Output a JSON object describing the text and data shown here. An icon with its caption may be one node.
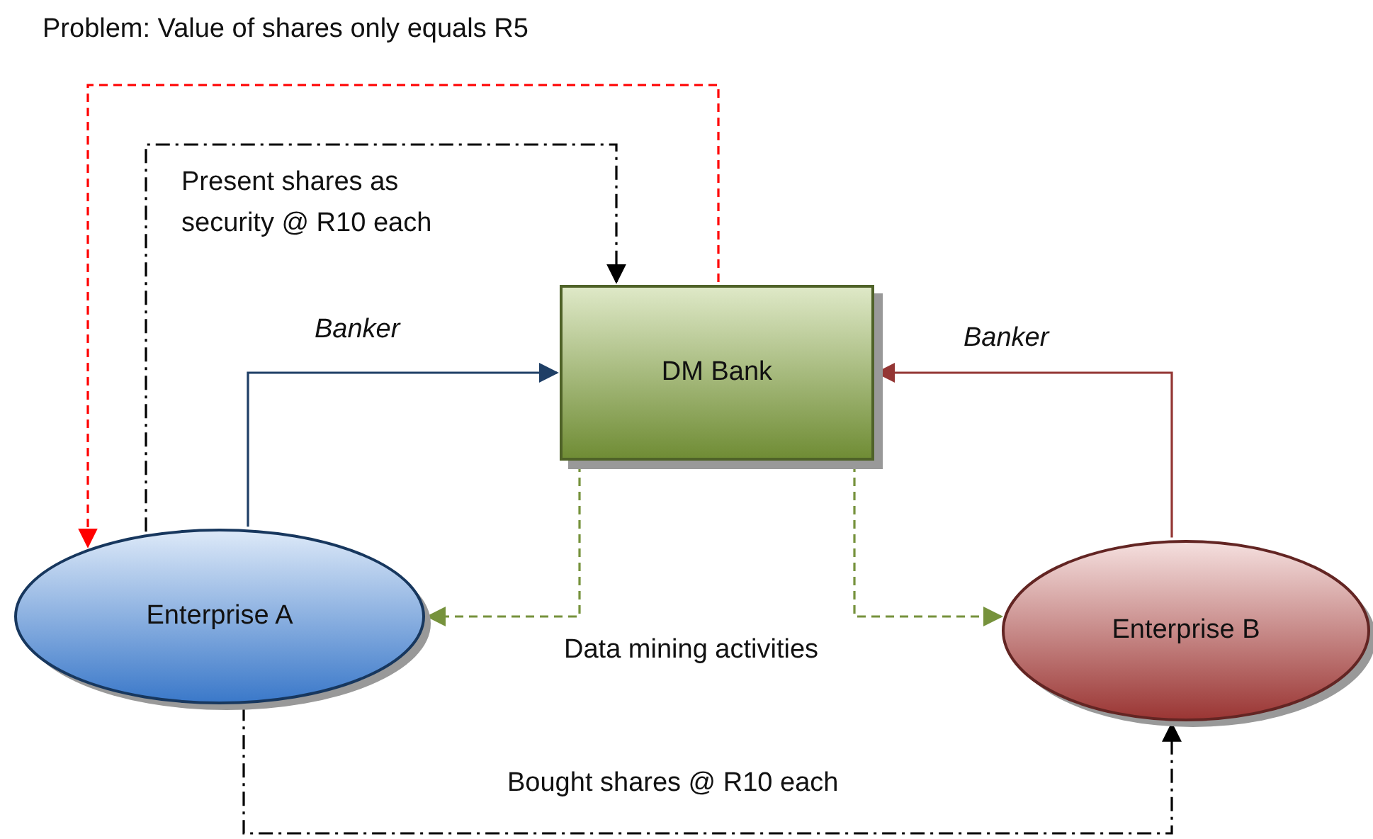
{
  "diagram": {
    "title": "Problem: Value of shares only equals R5",
    "nodes": [
      {
        "text": [
          "DM Bank"
        ]
      },
      {
        "text": [
          "Enterprise A"
        ]
      },
      {
        "text": [
          "Enterprise B"
        ]
      }
    ],
    "edges": [
      {
        "from": 1,
        "to": 0,
        "arrow": "to",
        "label": "Banker",
        "color": "#1f3f66"
      },
      {
        "from": 2,
        "to": 0,
        "arrow": "to",
        "label": "Banker",
        "color": "#943634"
      },
      {
        "from": 1,
        "to": 0,
        "arrow": "to",
        "label": "Present shares as security @ R10 each",
        "style": "dashed",
        "color": "#000000"
      },
      {
        "from": 0,
        "to": 1,
        "arrow": "to",
        "style": "dashed",
        "color": "#ff0000"
      },
      {
        "from": 0,
        "to": 1,
        "arrow": "to",
        "label": "Data mining activities",
        "style": "dashed",
        "color": "#76923c"
      },
      {
        "from": 0,
        "to": 2,
        "arrow": "to",
        "style": "dashed",
        "color": "#76923c"
      },
      {
        "from": 1,
        "to": 2,
        "arrow": "to",
        "label": "Bought shares @ R10 each",
        "style": "dashed",
        "color": "#000000"
      }
    ]
  }
}
